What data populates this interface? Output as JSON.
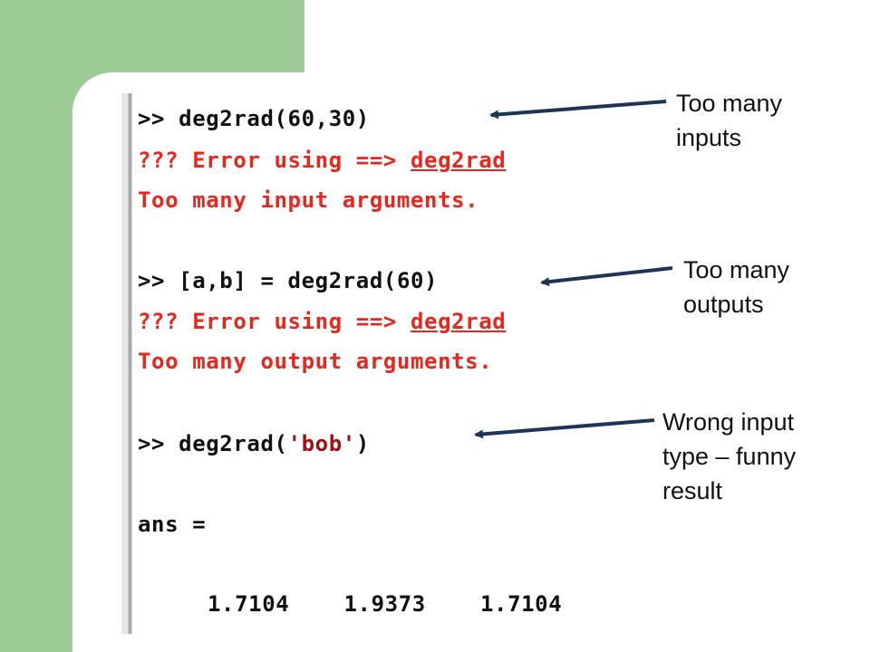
{
  "console": {
    "cmd1": {
      "prompt": ">> ",
      "code": "deg2rad(60,30)"
    },
    "err1": {
      "prefix": "??? Error using ==> ",
      "func": "deg2rad"
    },
    "msg1": "Too many input arguments.",
    "cmd2": {
      "prompt": ">> ",
      "code": "[a,b] = deg2rad(60)"
    },
    "err2": {
      "prefix": "??? Error using ==> ",
      "func": "deg2rad"
    },
    "msg2": "Too many output arguments.",
    "cmd3": {
      "prompt": ">> ",
      "code_pre": "deg2rad(",
      "code_str": "'bob'",
      "code_post": ")"
    },
    "ans_label": "ans =",
    "ans_values": "1.7104    1.9373    1.7104"
  },
  "callouts": {
    "inputs": [
      "Too many",
      "inputs"
    ],
    "outputs": [
      "Too many",
      "outputs"
    ],
    "type": [
      "Wrong input",
      "type – funny",
      "result"
    ]
  },
  "colors": {
    "background_green": "#9dcb96",
    "arrow": "#1c3557",
    "error_text": "#e8261c",
    "string_literal": "#a0120f"
  }
}
